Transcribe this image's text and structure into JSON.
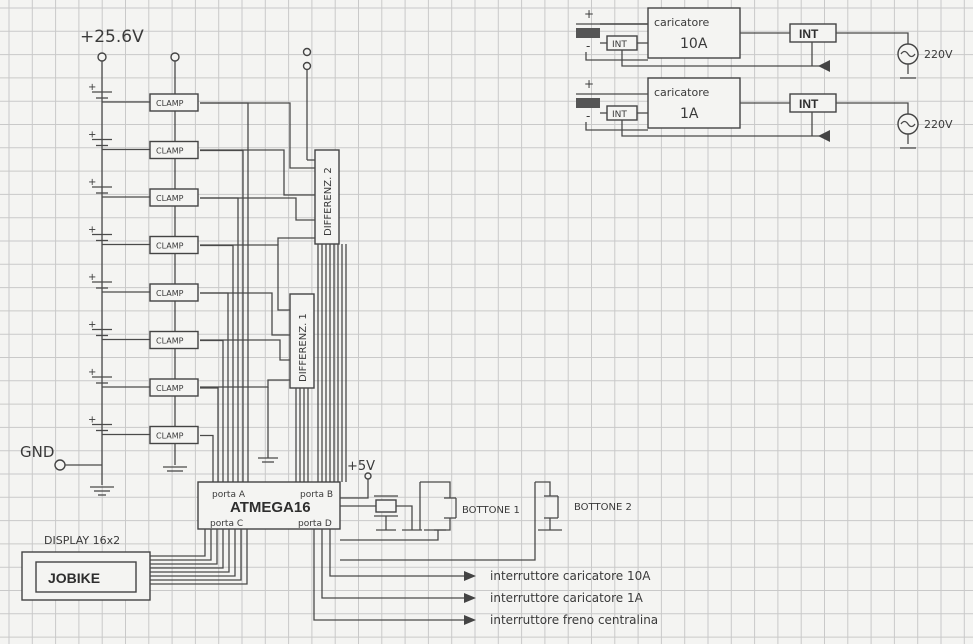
{
  "supply": {
    "voltage": "+25.6V",
    "ground": "GND"
  },
  "clamp_label": "CLAMP",
  "clamp_count": 8,
  "differential_1": "DIFFERENZ. 1",
  "differential_2": "DIFFERENZ. 2",
  "mcu": {
    "name": "ATMEGA16",
    "port_a": "porta A",
    "port_b": "porta B",
    "port_c": "porta C",
    "port_d": "porta D",
    "vcc": "+5V"
  },
  "display": {
    "title": "DISPLAY 16x2",
    "text": "JOBIKE"
  },
  "buttons": [
    "BOTTONE 1",
    "BOTTONE 2"
  ],
  "outputs": [
    "interruttore caricatore 10A",
    "interruttore caricatore 1A",
    "interruttore freno centralina"
  ],
  "chargers": [
    {
      "label": "caricatore",
      "rating": "10A",
      "switch_in": "INT",
      "switch_out": "INT",
      "mains": "220V"
    },
    {
      "label": "caricatore",
      "rating": "1A",
      "switch_in": "INT",
      "switch_out": "INT",
      "mains": "220V"
    }
  ],
  "polarity": {
    "plus": "+",
    "minus": "-"
  }
}
